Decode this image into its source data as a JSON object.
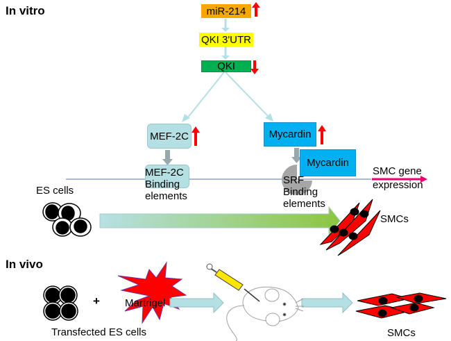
{
  "sections": {
    "in_vitro": "In vitro",
    "in_vivo": "In vivo"
  },
  "pathway": {
    "mir": {
      "label": "miR-214",
      "trend": "up",
      "color": "#f5a800"
    },
    "utr": {
      "label": "QKI 3'UTR",
      "color": "#ffff00"
    },
    "qki": {
      "label": "QKI",
      "trend": "down",
      "color": "#00b050"
    },
    "mef2c": {
      "label": "MEF-2C",
      "trend": "up",
      "color": "#b4dfe3"
    },
    "myocardin": {
      "label": "Mycardin",
      "trend": "up",
      "color": "#00b0f0"
    },
    "myocardin_bound": {
      "label": "Mycardin",
      "color": "#00b0f0"
    },
    "mef2c_binding": {
      "line1": "MEF-2C",
      "line2": "Binding",
      "line3": "elements"
    },
    "srf_binding": {
      "line1": "SRF",
      "line2": "Binding",
      "line3": "elements"
    },
    "gene_expression": {
      "line1": "SMC gene",
      "line2": "expression",
      "color": "#e8006e"
    }
  },
  "in_vitro_flow": {
    "source": "ES cells",
    "target": "SMCs"
  },
  "in_vivo_flow": {
    "plus": "+",
    "matrigel": "Martrigel",
    "source": "Transfected ES cells",
    "target": "SMCs"
  },
  "colors": {
    "arrow_up_down": "#ff0000",
    "connector": "#b4dfe3",
    "smc_fill": "#ff0000",
    "dna_line": "#8ea3c7"
  }
}
